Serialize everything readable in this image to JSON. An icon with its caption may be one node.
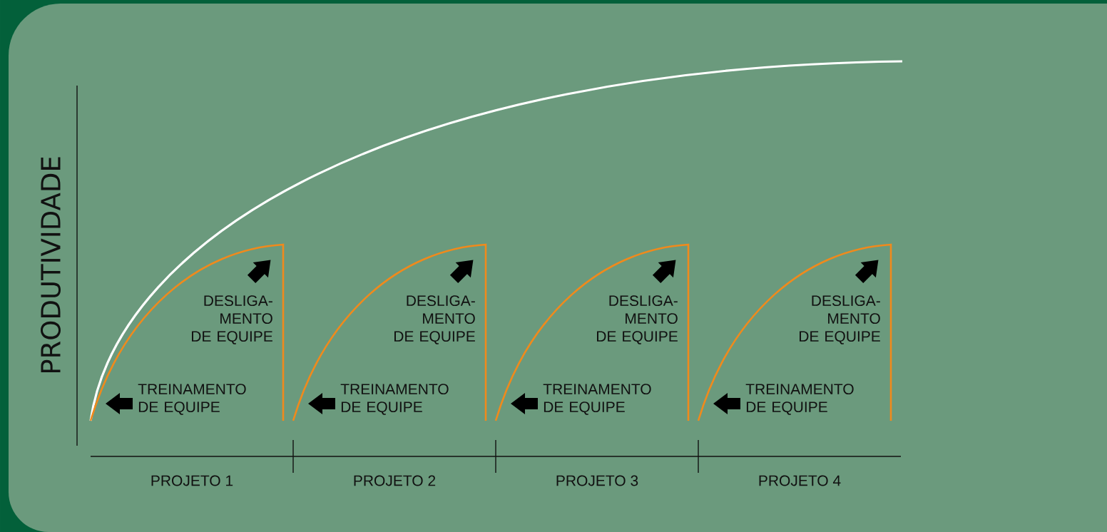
{
  "diagram": {
    "labels": [
      "PRODUTIVIDADE",
      "DESLIGA- MENTO DE EQUIPE",
      "DESLIGA- MENTO DE EQUIPE",
      "DESLIGA- MENTO DE EQUIPE",
      "DESLIGA- MENTO DE EQUIPE",
      "TREINAMENTO DE EQUIPE",
      "TREINAMENTO DE EQUIPE",
      "TREINAMENTO DE EQUIPE",
      "TREINAMENTO DE EQUIPE",
      "PROJETO 1",
      "PROJETO 2",
      "PROJETO 3",
      "PROJETO 4"
    ]
  }
}
